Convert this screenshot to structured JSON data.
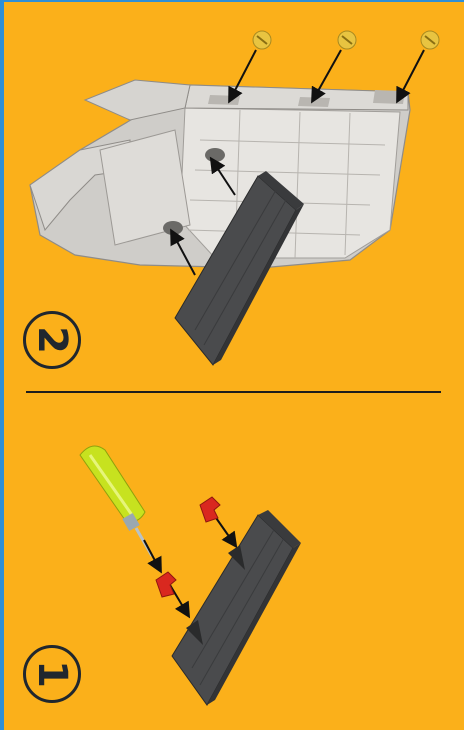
{
  "steps": [
    {
      "number": "2"
    },
    {
      "number": "1"
    }
  ],
  "colors": {
    "background": "#fbb01a",
    "frame": "#2f8fd6",
    "battery_cover": "#4a4b4d",
    "screws": "#e8c441",
    "clips": "#d9281f",
    "screwdriver_handle": "#c7e21f",
    "housing": "#c9c7c3"
  },
  "icons": [
    "housing-part",
    "battery-cover",
    "screw",
    "screwdriver",
    "red-clip",
    "arrow"
  ]
}
